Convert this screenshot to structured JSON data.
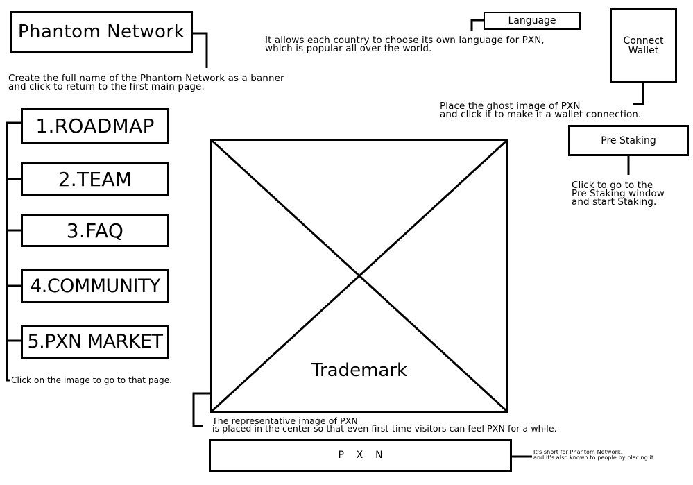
{
  "banner": {
    "title": "Phantom Network",
    "note": "Create the full name of the Phantom Network as a banner\nand click to return to the first main page."
  },
  "language": {
    "label": "Language",
    "note": "It allows each country to choose its own language for PXN,\nwhich is popular all over the world."
  },
  "connect_wallet": {
    "label": "Connect\nWallet",
    "note": "Place the ghost image of PXN\nand click it to make it a wallet connection."
  },
  "pre_staking": {
    "label": "Pre Staking",
    "note": "Click to go to the\nPre Staking window\nand start Staking."
  },
  "nav": {
    "items": [
      {
        "label": "1.ROADMAP"
      },
      {
        "label": "2.TEAM"
      },
      {
        "label": "3.FAQ"
      },
      {
        "label": "4.COMMUNITY"
      },
      {
        "label": "5.PXN MARKET"
      }
    ],
    "note": "Click on the image to go to that page."
  },
  "trademark": {
    "label": "Trademark",
    "note": "The representative image of PXN\nis placed in the center so that even first-time visitors can feel PXN for a while."
  },
  "footer": {
    "label": "P    X    N",
    "note": "It's short for Phantom Network,\nand it's also known to people by placing it."
  }
}
